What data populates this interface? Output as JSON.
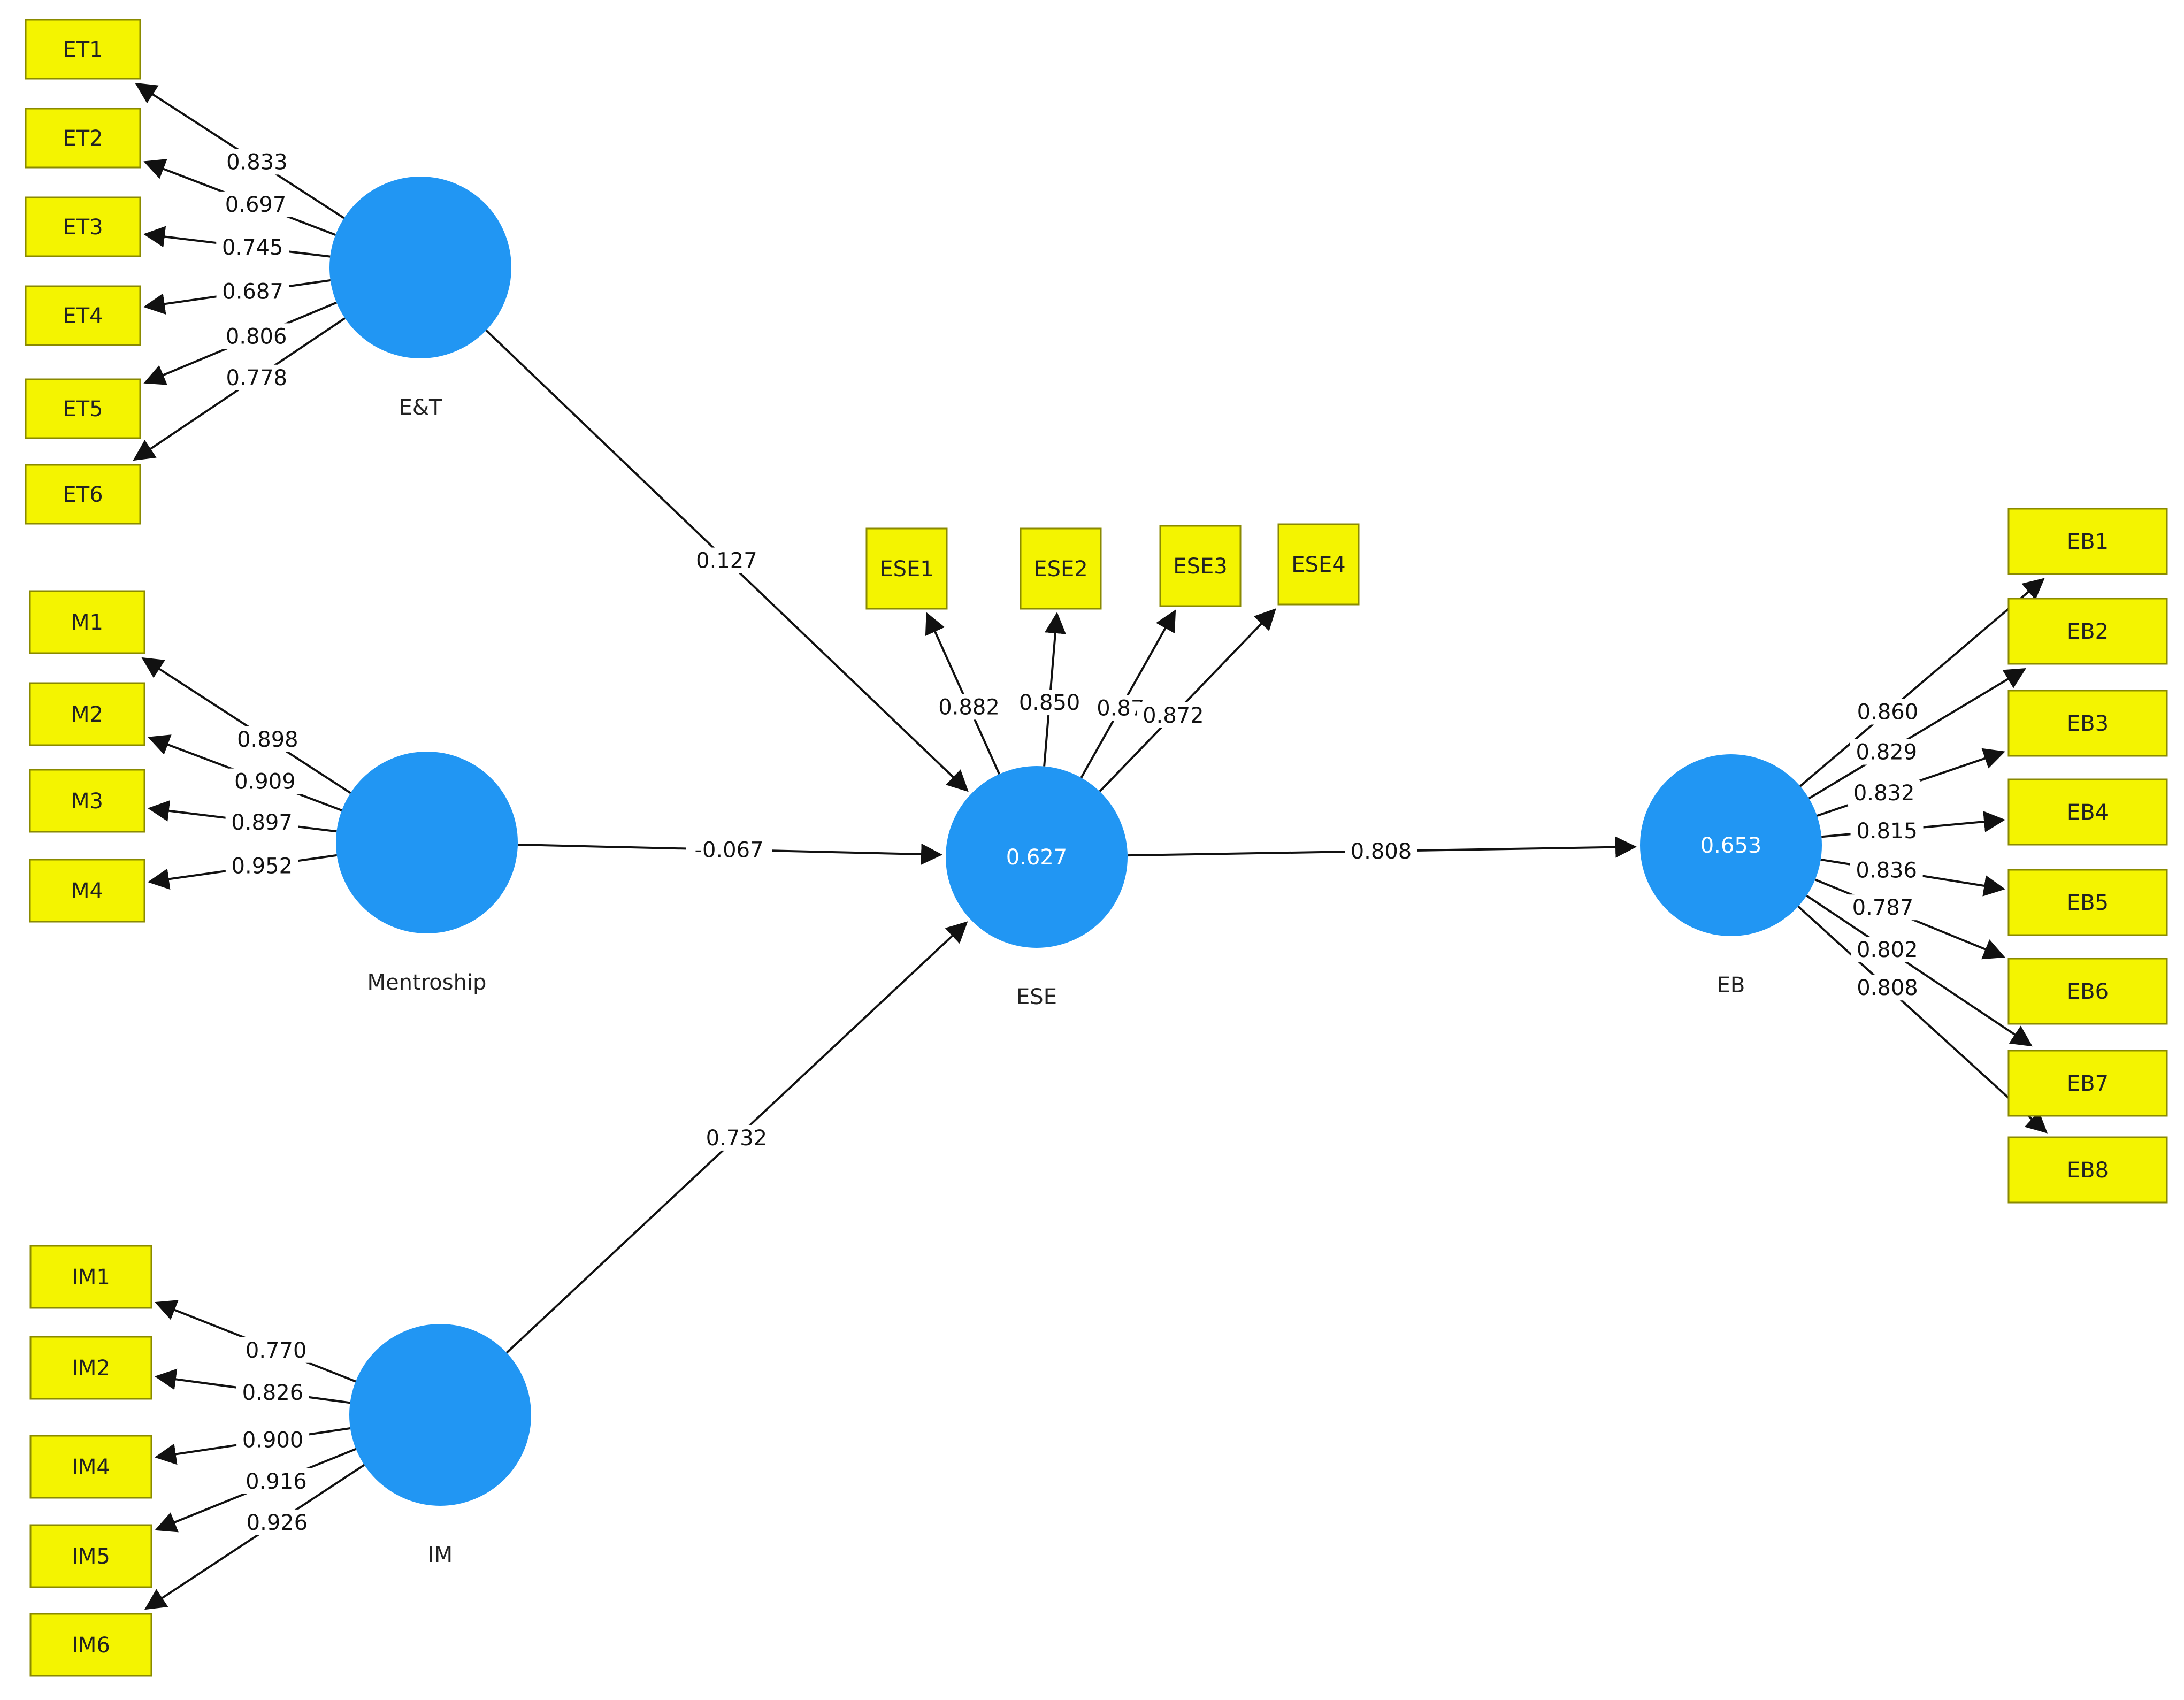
{
  "colors": {
    "indicator_fill": "#f4f400",
    "latent_fill": "#2196f3",
    "edge": "#111111"
  },
  "latents": [
    {
      "id": "ET",
      "label": "E&T",
      "value": ""
    },
    {
      "id": "M",
      "label": "Mentroship",
      "value": ""
    },
    {
      "id": "IM",
      "label": "IM",
      "value": ""
    },
    {
      "id": "ESE",
      "label": "ESE",
      "value": "0.627"
    },
    {
      "id": "EB",
      "label": "EB",
      "value": "0.653"
    }
  ],
  "indicator_groups": [
    {
      "latent": "ET",
      "items": [
        {
          "label": "ET1",
          "loading": "0.833"
        },
        {
          "label": "ET2",
          "loading": "0.697"
        },
        {
          "label": "ET3",
          "loading": "0.745"
        },
        {
          "label": "ET4",
          "loading": "0.687"
        },
        {
          "label": "ET5",
          "loading": "0.806"
        },
        {
          "label": "ET6",
          "loading": "0.778"
        }
      ]
    },
    {
      "latent": "M",
      "items": [
        {
          "label": "M1",
          "loading": "0.898"
        },
        {
          "label": "M2",
          "loading": "0.909"
        },
        {
          "label": "M3",
          "loading": "0.897"
        },
        {
          "label": "M4",
          "loading": "0.952"
        }
      ]
    },
    {
      "latent": "IM",
      "items": [
        {
          "label": "IM1",
          "loading": "0.770"
        },
        {
          "label": "IM2",
          "loading": "0.826"
        },
        {
          "label": "IM4",
          "loading": "0.900"
        },
        {
          "label": "IM5",
          "loading": "0.916"
        },
        {
          "label": "IM6",
          "loading": "0.926"
        }
      ]
    },
    {
      "latent": "ESE",
      "items": [
        {
          "label": "ESE1",
          "loading": "0.882"
        },
        {
          "label": "ESE2",
          "loading": "0.850"
        },
        {
          "label": "ESE3",
          "loading": "0.87"
        },
        {
          "label": "ESE4",
          "loading": "0.872"
        }
      ]
    },
    {
      "latent": "EB",
      "items": [
        {
          "label": "EB1",
          "loading": "0.860"
        },
        {
          "label": "EB2",
          "loading": "0.829"
        },
        {
          "label": "EB3",
          "loading": "0.832"
        },
        {
          "label": "EB4",
          "loading": "0.815"
        },
        {
          "label": "EB5",
          "loading": "0.836"
        },
        {
          "label": "EB6",
          "loading": "0.787"
        },
        {
          "label": "EB7",
          "loading": "0.802"
        },
        {
          "label": "EB8",
          "loading": "0.808"
        }
      ]
    }
  ],
  "paths": [
    {
      "from": "ET",
      "to": "ESE",
      "coef": "0.127"
    },
    {
      "from": "M",
      "to": "ESE",
      "coef": "-0.067"
    },
    {
      "from": "IM",
      "to": "ESE",
      "coef": "0.732"
    },
    {
      "from": "ESE",
      "to": "EB",
      "coef": "0.808"
    }
  ]
}
